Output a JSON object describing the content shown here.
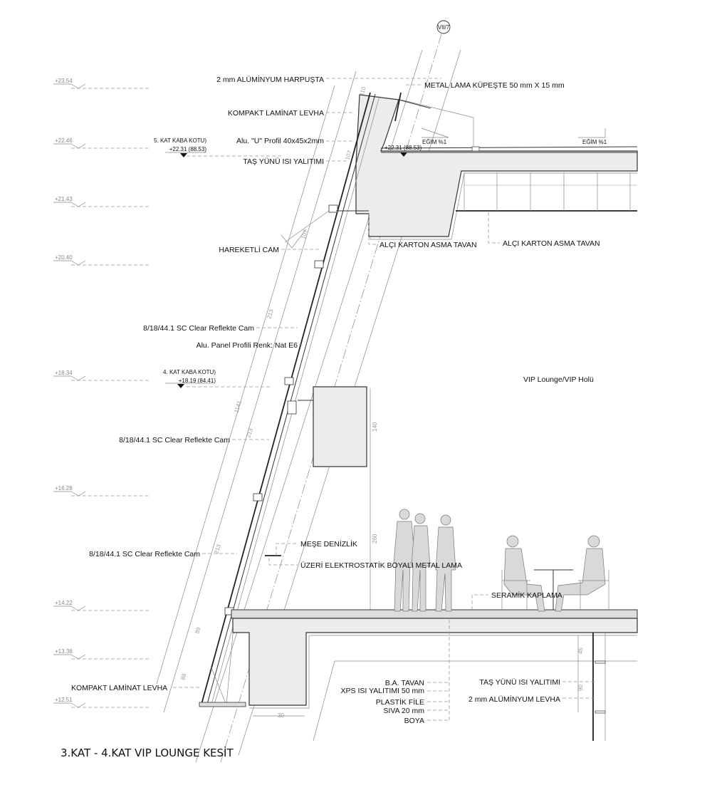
{
  "title": "3.KAT - 4.KAT VIP LOUNGE KESİT",
  "grid_bubble": "VII/7",
  "levels": [
    "+23.54",
    "+22.46",
    "+21.43",
    "+20.40",
    "+18.34",
    "+16.28",
    "+14.22",
    "+13.36",
    "+12.51"
  ],
  "floor_marks": {
    "kat5_label": "5. KAT KABA KOTU)",
    "kat5_value": "+22.31 (88.53)",
    "kat4_label": "4. KAT KABA KOTU)",
    "kat4_value": "+18.19 (84.41)",
    "roof_value": "+22.31 (88.53)"
  },
  "labels": {
    "harpusta": "2 mm ALÜMİNYUM HARPUŞTA",
    "kompakt_top": "KOMPAKT LAMİNAT LEVHA",
    "u_profil": "Alu. \"U\" Profil 40x45x2mm",
    "tas_yunu_top": "TAŞ YÜNÜ ISI YALITIMI",
    "hareketli_cam": "HAREKETLİ CAM",
    "glass_1": "8/18/44.1  SC Clear Reflekte Cam",
    "panel_profili": "Alu. Panel Profili Renk: Nat E6",
    "glass_2": "8/18/44.1  SC Clear Reflekte Cam",
    "glass_3": "8/18/44.1  SC Clear Reflekte Cam",
    "mese": "MEŞE DENİZLİK",
    "metal_lama": "ÜZERİ ELEKTROSTATİK BOYALI METAL LAMA",
    "kupeste": "METAL LAMA KÜPEŞTE 50 mm X 15 mm",
    "egim_1": "EĞİM %1",
    "egim_2": "EĞİM %1",
    "alci_1": "ALÇI KARTON ASMA TAVAN",
    "alci_2": "ALÇI KARTON ASMA TAVAN",
    "room": "VIP Lounge/VIP Holü",
    "seramik": "SERAMİK KAPLAMA",
    "ba_tavan": "B.A. TAVAN",
    "xps": "XPS ISI YALITIMI 50 mm",
    "plastik": "PLASTİK FİLE",
    "siva": "SIVA 20 mm",
    "boya": "BOYA",
    "tas_yunu_bottom": "TAŞ YÜNÜ ISI YALITIMI",
    "alu_levha": "2 mm ALÜMİNYUM LEVHA",
    "kompakt_bottom": "KOMPAKT LAMİNAT LEVHA"
  },
  "dimensions": {
    "d110": "110",
    "d107a": "107",
    "d107b": "107",
    "d213a": "213",
    "d1141": "1141",
    "d213b": "213",
    "d140": "140",
    "d260": "260",
    "d213c": "213",
    "d89": "89",
    "d88": "88",
    "d45": "45",
    "d90": "90",
    "d30": "30"
  }
}
